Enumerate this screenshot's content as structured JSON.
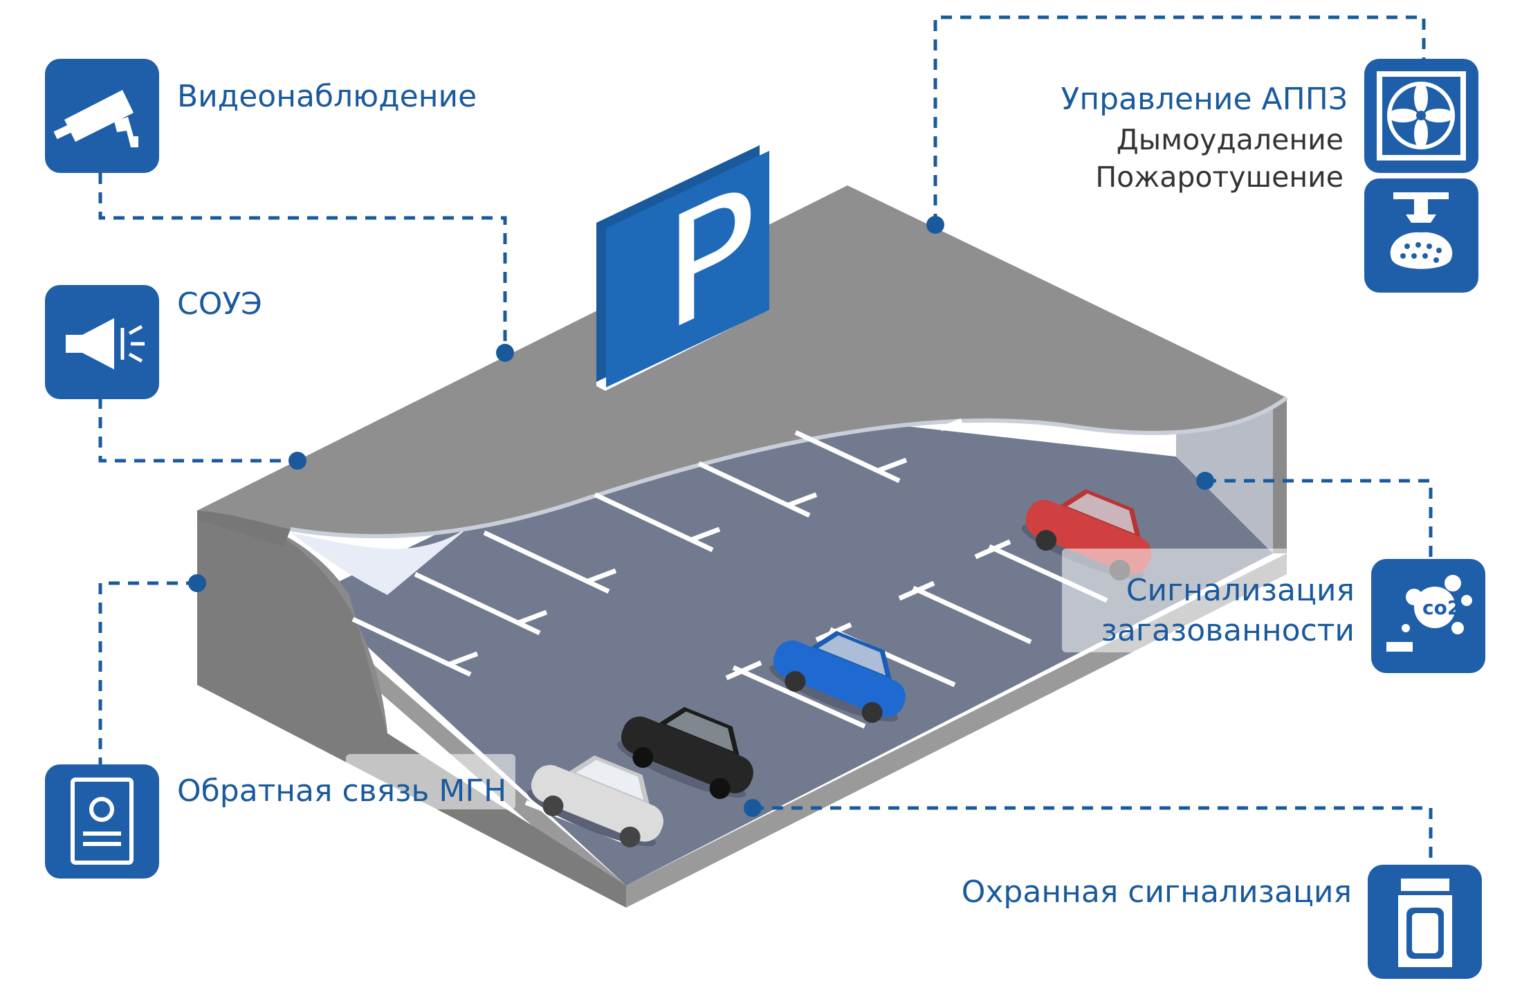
{
  "colors": {
    "accent_blue": "#1a5a9c",
    "icon_blue": "#1f5ea8",
    "slab_gray": "#8f8f8f",
    "floor_gray": "#6f7890",
    "text_dark": "#333333"
  },
  "sign": {
    "letter": "P"
  },
  "labels": {
    "video": "Видеонаблюдение",
    "soue": "СОУЭ",
    "feedback_mgn": "Обратная связь МГН",
    "appz": "Управление АППЗ",
    "smoke_removal": "Дымоудаление",
    "fire_suppression": "Пожаротушение",
    "gas_alarm_line1": "Сигнализация",
    "gas_alarm_line2": "загазованности",
    "security_alarm": "Охранная сигнализация"
  },
  "icons": {
    "video": "cctv-camera-icon",
    "soue": "loudspeaker-icon",
    "feedback_mgn": "intercom-panel-icon",
    "smoke_removal": "exhaust-fan-icon",
    "fire_suppression": "sprinkler-icon",
    "gas_alarm": "co2-gas-icon",
    "security_alarm": "motion-detector-icon"
  },
  "gas_icon_text": "co2"
}
